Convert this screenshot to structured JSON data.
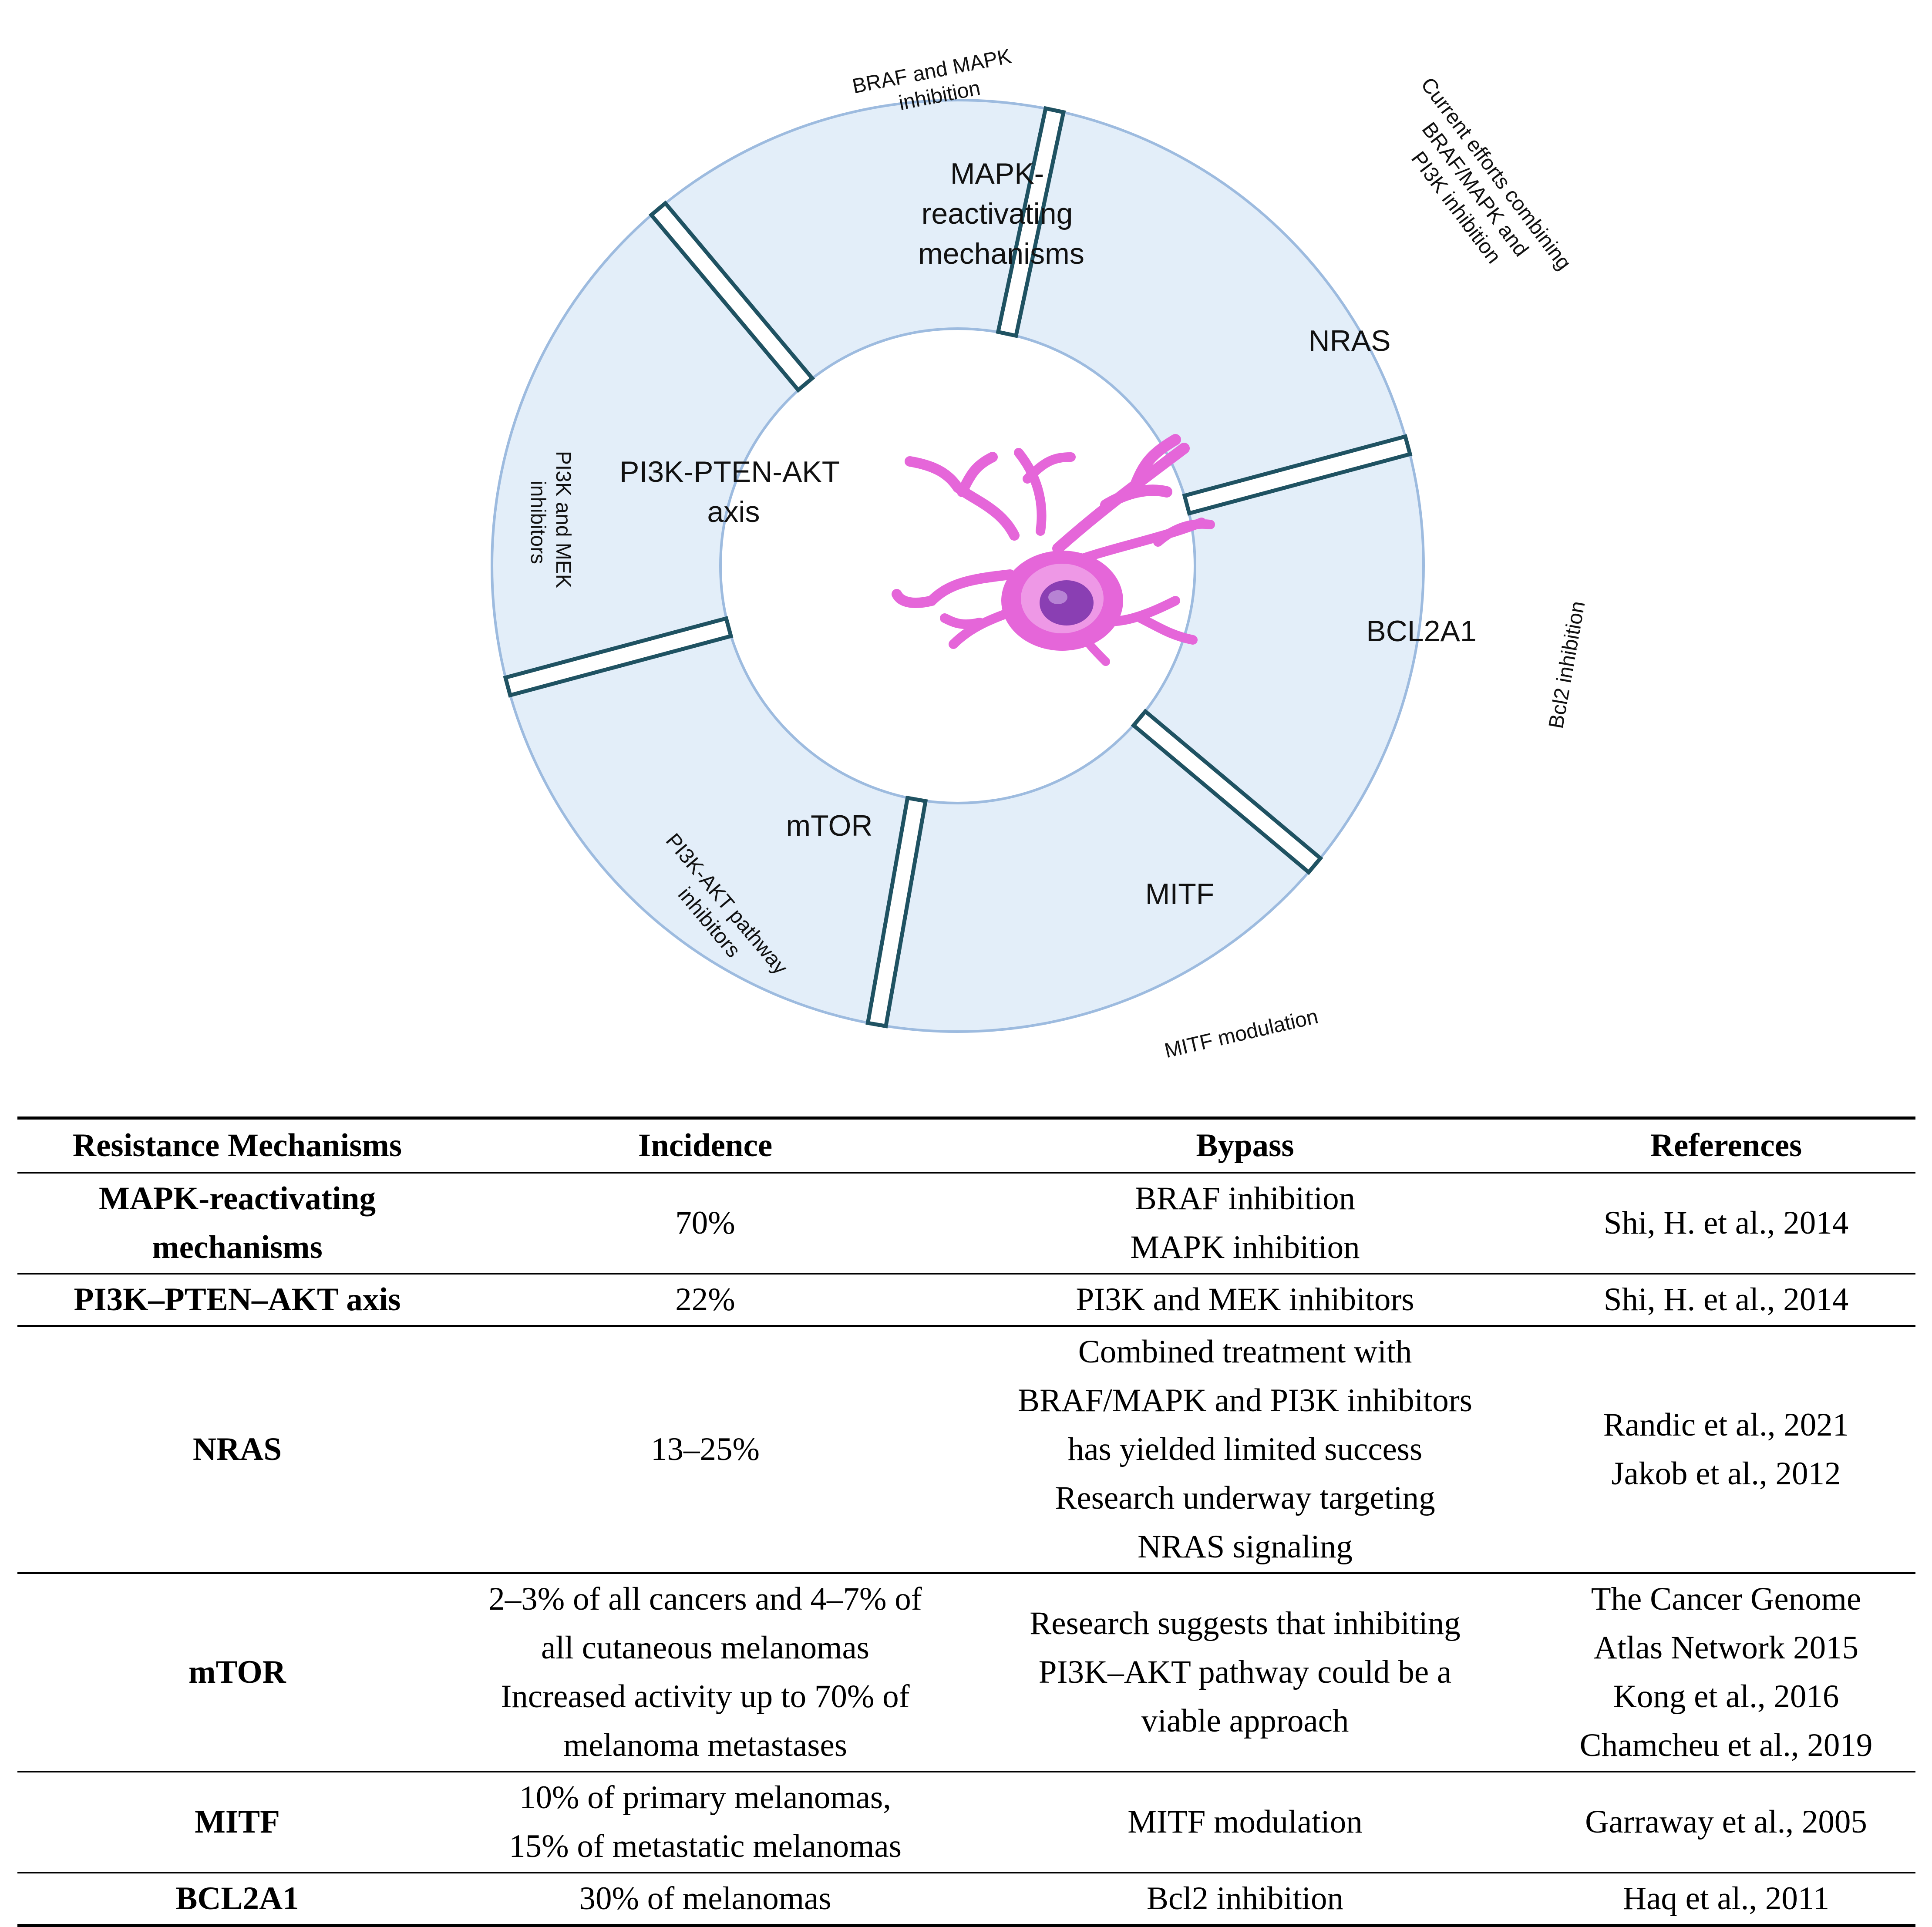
{
  "diagram": {
    "segments": [
      {
        "lines": [
          "MAPK-",
          "reactivating",
          "mechanisms"
        ]
      },
      {
        "lines": [
          "NRAS"
        ]
      },
      {
        "lines": [
          "BCL2A1"
        ]
      },
      {
        "lines": [
          "MITF"
        ]
      },
      {
        "lines": [
          "mTOR"
        ]
      },
      {
        "lines": [
          "PI3K-PTEN-AKT",
          "axis"
        ]
      }
    ],
    "outer_labels": {
      "braf_mapk": [
        "BRAF and MAPK",
        "inhibition"
      ],
      "combining": [
        "Current efforts combining",
        "BRAF/MAPK and",
        "PI3K inhibition"
      ],
      "bcl2": [
        "Bcl2 inhibition"
      ],
      "mitf": [
        "MITF modulation"
      ],
      "pi3k_akt": [
        "PI3K-AKT pathway",
        "inhibitors"
      ],
      "pi3k_mek": [
        "PI3K and MEK",
        "inhibitors"
      ]
    },
    "colors": {
      "ring_fill": "#e3eef9",
      "ring_edge": "#9dbbdf",
      "divider_edge": "#1f5262",
      "cell": "#e566d9"
    },
    "center_icon": "melanocyte-cell-icon"
  },
  "table": {
    "headers": [
      "Resistance Mechanisms",
      "Incidence",
      "Bypass",
      "References"
    ],
    "rows": [
      {
        "mechanism": [
          "MAPK-reactivating",
          "mechanisms"
        ],
        "incidence": [
          "70%"
        ],
        "bypass": [
          "BRAF inhibition",
          "MAPK inhibition"
        ],
        "references": [
          "Shi, H. et al., 2014"
        ]
      },
      {
        "mechanism": [
          "PI3K–PTEN–AKT axis"
        ],
        "incidence": [
          "22%"
        ],
        "bypass": [
          "PI3K and MEK inhibitors"
        ],
        "references": [
          "Shi, H. et al., 2014"
        ]
      },
      {
        "mechanism": [
          "NRAS"
        ],
        "incidence": [
          "13–25%"
        ],
        "bypass": [
          "Combined treatment with",
          "BRAF/MAPK and PI3K inhibitors",
          "has yielded limited success",
          "Research underway targeting",
          "NRAS signaling"
        ],
        "references": [
          "Randic et al., 2021",
          "Jakob et al., 2012"
        ]
      },
      {
        "mechanism": [
          "mTOR"
        ],
        "incidence": [
          "2–3% of all cancers and 4–7% of",
          "all cutaneous melanomas",
          "Increased activity up to 70% of",
          "melanoma metastases"
        ],
        "bypass": [
          "Research suggests that inhibiting",
          "PI3K–AKT pathway could be a",
          "viable approach"
        ],
        "references": [
          "The Cancer Genome",
          "Atlas Network 2015",
          "Kong et al., 2016",
          "Chamcheu et al., 2019"
        ]
      },
      {
        "mechanism": [
          "MITF"
        ],
        "incidence": [
          "10% of primary melanomas,",
          "15% of metastatic melanomas"
        ],
        "bypass": [
          "MITF modulation"
        ],
        "references": [
          "Garraway et al., 2005"
        ]
      },
      {
        "mechanism": [
          "BCL2A1"
        ],
        "incidence": [
          "30% of melanomas"
        ],
        "bypass": [
          "Bcl2 inhibition"
        ],
        "references": [
          "Haq et al., 2011"
        ]
      }
    ]
  }
}
